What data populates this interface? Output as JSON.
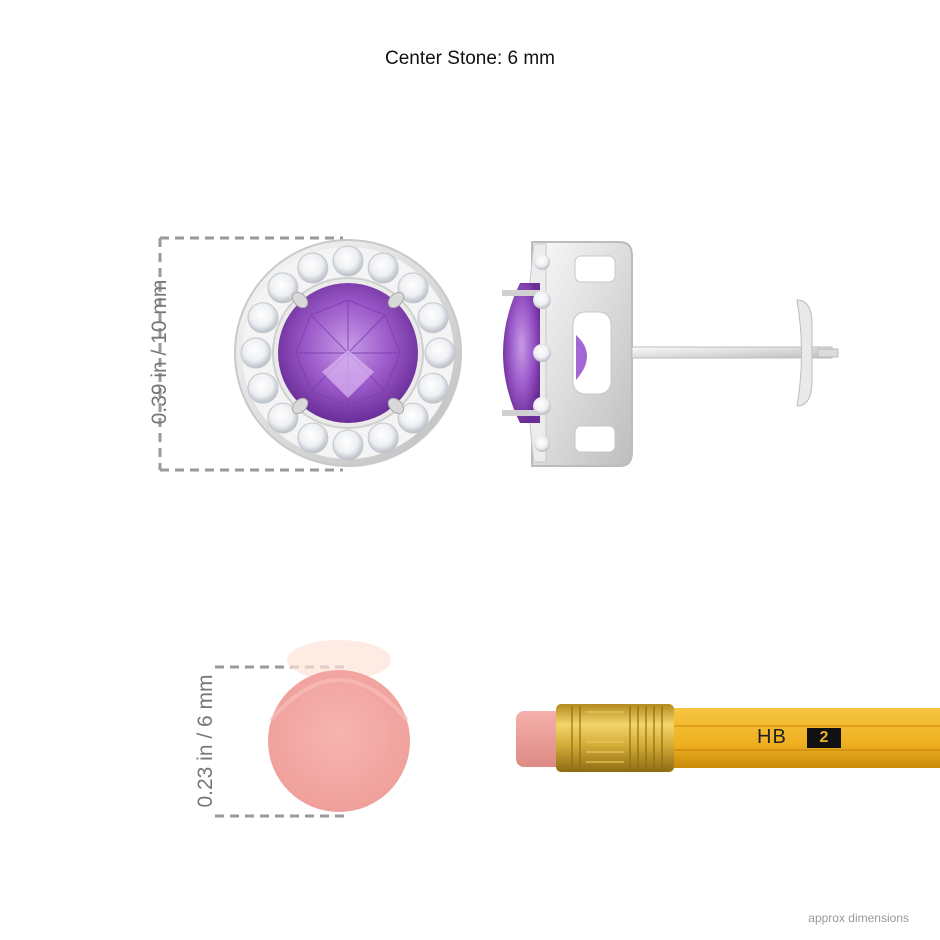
{
  "header": {
    "title": "Center Stone: 6 mm"
  },
  "dimensions": {
    "earring_size": "0.39 in / 10 mm",
    "stone_size": "0.23 in / 6 mm"
  },
  "pencil": {
    "grade": "HB",
    "number": "2"
  },
  "footer": {
    "note": "approx dimensions"
  },
  "colors": {
    "amethyst": "#9b59c9",
    "metal": "#e6e6e6",
    "eraser": "#f4aeaa",
    "pencil_body": "#f1b323",
    "ferrule": "#d8b23a",
    "dim_line": "#9a9a9a"
  }
}
